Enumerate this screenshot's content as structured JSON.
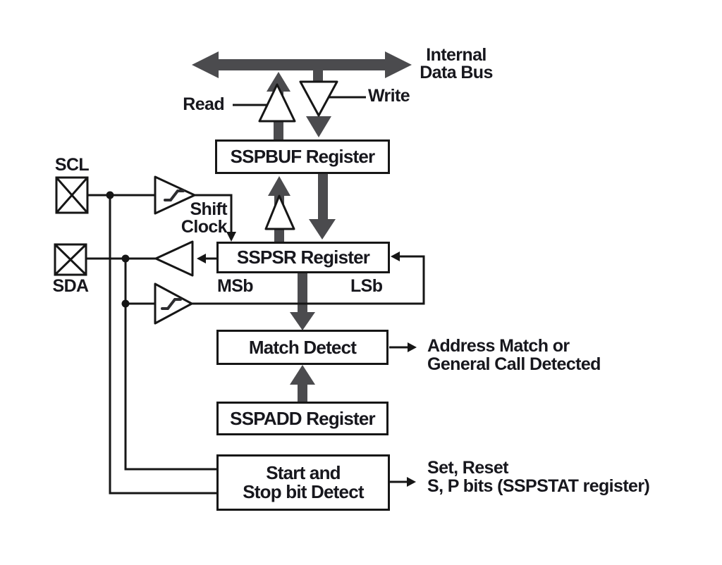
{
  "diagram": {
    "bus": {
      "label_line1": "Internal",
      "label_line2": "Data Bus"
    },
    "controls": {
      "read": "Read",
      "write": "Write"
    },
    "clock": {
      "line1": "Shift",
      "line2": "Clock"
    },
    "pins": {
      "scl": "SCL",
      "sda": "SDA"
    },
    "registers": {
      "sspbuf": "SSPBUF Register",
      "sspsr": "SSPSR Register",
      "msb": "MSb",
      "lsb": "LSb",
      "match": "Match Detect",
      "sspadd": "SSPADD Register",
      "startstop_line1": "Start and",
      "startstop_line2": "Stop bit Detect"
    },
    "outputs": {
      "match_line1": "Address Match or",
      "match_line2": "General Call Detected",
      "startstop_line1": "Set, Reset",
      "startstop_line2": "S, P bits (SSPSTAT register)"
    },
    "colors": {
      "arrow_gray": "#4b4b4e",
      "line_black": "#161616",
      "background": "#ffffff"
    }
  }
}
